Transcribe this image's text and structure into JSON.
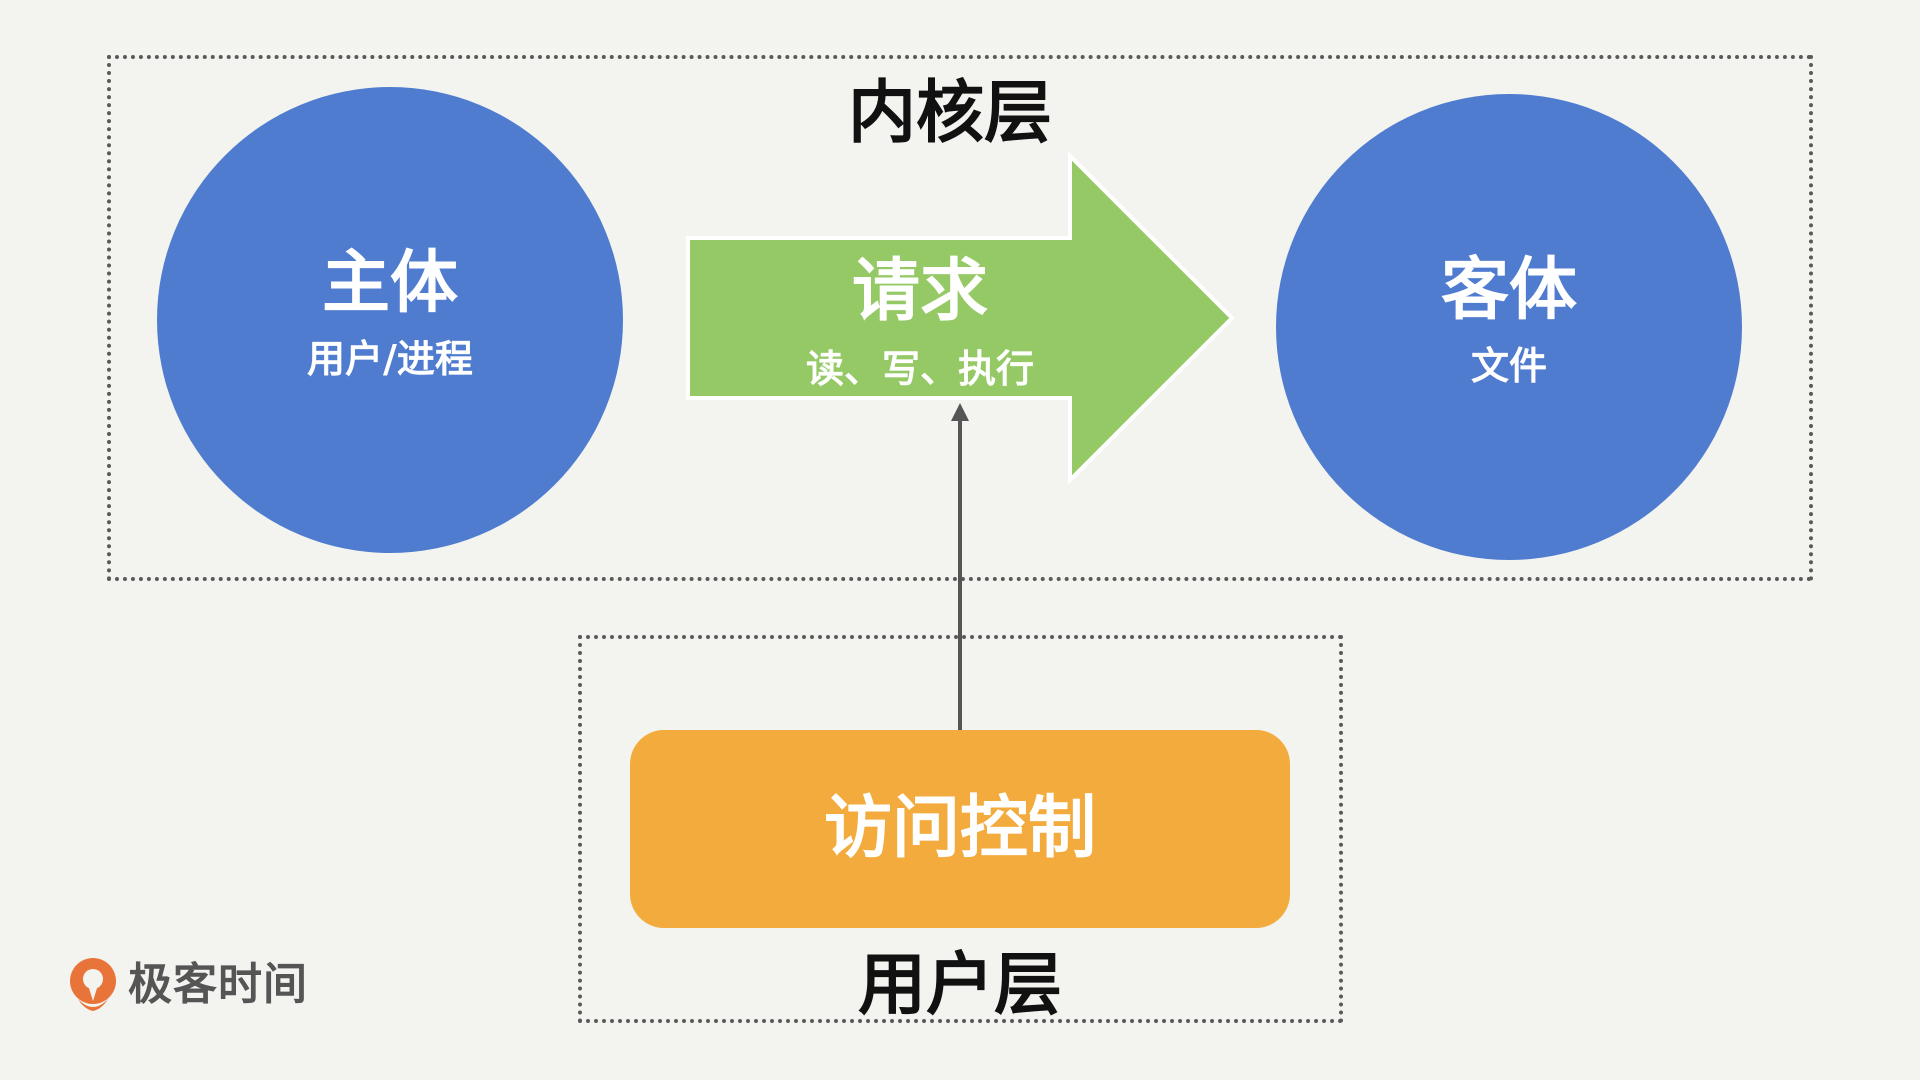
{
  "layers": {
    "kernel_label": "内核层",
    "user_label": "用户层"
  },
  "subject": {
    "title": "主体",
    "subtitle": "用户/进程"
  },
  "request": {
    "title": "请求",
    "subtitle": "读、写、执行"
  },
  "object": {
    "title": "客体",
    "subtitle": "文件"
  },
  "access_control": {
    "label": "访问控制"
  },
  "brand": {
    "name": "极客时间"
  },
  "colors": {
    "background": "#f3f4ef",
    "circle_fill": "#507cd0",
    "arrow_fill": "#95c966",
    "access_control_fill": "#f2ab3c",
    "brand_logo": "#e8743a",
    "dashed_border": "#5a5a5a"
  }
}
